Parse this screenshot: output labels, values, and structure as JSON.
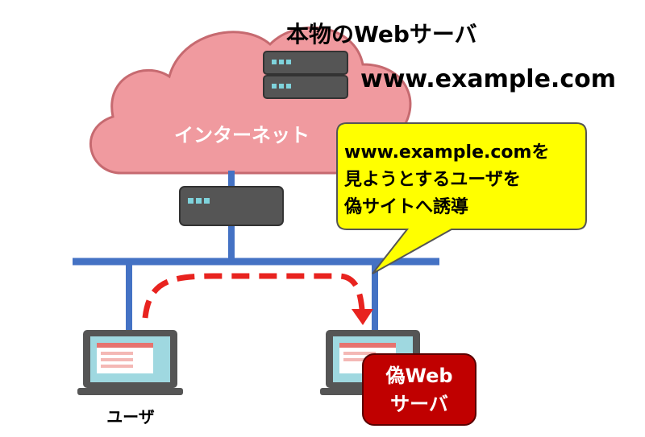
{
  "diagram": {
    "real_server_title": "本物のWebサーバ",
    "domain": "www.example.com",
    "internet_label": "インターネット",
    "callout_lines": [
      "www.example.comを",
      "見ようとするユーザを",
      "偽サイトへ誘導"
    ],
    "fake_server_lines": [
      "偽Web",
      "サーバ"
    ],
    "user_label": "ユーザ",
    "colors": {
      "cloud": "#f09a9f",
      "network_line": "#4472c4",
      "redirect_arrow": "#e8231f",
      "callout_fill": "#ffff00",
      "fake_server_fill": "#c00000",
      "screen": "#9fd8e0"
    }
  }
}
